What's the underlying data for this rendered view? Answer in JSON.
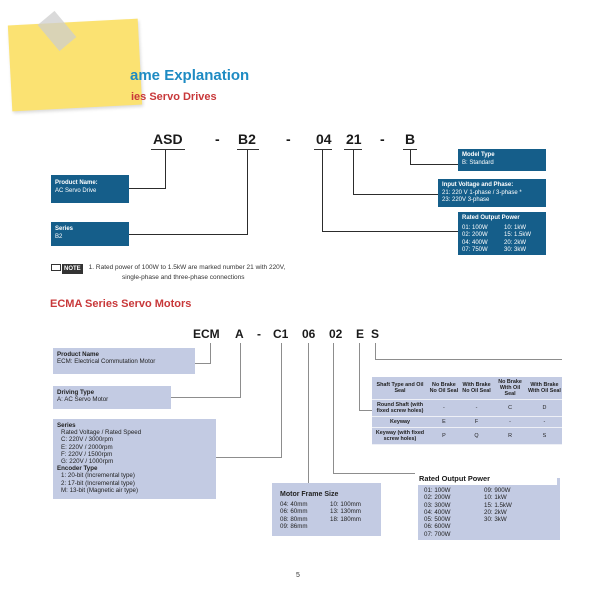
{
  "page": {
    "heading": "ame Explanation",
    "subheading": "ies Servo Drives",
    "motors_heading": "ECMA Series Servo Motors",
    "page_number": "5"
  },
  "asd": {
    "code": [
      "ASD",
      "-",
      "B2",
      "-",
      "04",
      "21",
      "-",
      "B"
    ],
    "product_name": {
      "title": "Product Name:",
      "value": "AC Servo Drive"
    },
    "series": {
      "title": "Series",
      "value": "B2"
    },
    "model_type": {
      "title": "Model Type",
      "value": "B: Standard"
    },
    "input_voltage": {
      "title": "Input Voltage and Phase:",
      "lines": [
        "21: 220 V 1-phase / 3-phase *",
        "23: 220V 3-phase"
      ]
    },
    "rated_output": {
      "title": "Rated Output Power",
      "rows": [
        [
          "01: 100W",
          "10: 1kW"
        ],
        [
          "02: 200W",
          "15: 1.5kW"
        ],
        [
          "04: 400W",
          "20: 2kW"
        ],
        [
          "07: 750W",
          "30: 3kW"
        ]
      ]
    },
    "note": {
      "badge": "NOTE",
      "line1": "1. Rated power of 100W to 1.5kW are marked number 21 with 220V,",
      "line2": "single-phase and three-phase connections"
    }
  },
  "ecma": {
    "code": [
      "ECM",
      "A",
      "-",
      "C1",
      "06",
      "02",
      "E",
      "S"
    ],
    "product_name": {
      "title": "Product Name",
      "value": "ECM: Electrical Commutation Motor"
    },
    "driving_type": {
      "title": "Driving Type",
      "value": "A: AC Servo Motor"
    },
    "series": {
      "title": "Series",
      "sub1": "Rated Voltage / Rated Speed",
      "speeds": [
        "C: 220V / 3000rpm",
        "E: 220V / 2000rpm",
        "F: 220V / 1500rpm",
        "G: 220V / 1000rpm"
      ],
      "encoder_title": "Encoder Type",
      "encoders": [
        "1: 20-bit (Incremental type)",
        "2: 17-bit (Incremental type)",
        "M: 13-bit (Magnetic air type)"
      ]
    },
    "frame": {
      "title": "Motor Frame Size",
      "rows": [
        [
          "04: 40mm",
          "10: 100mm"
        ],
        [
          "06: 60mm",
          "13: 130mm"
        ],
        [
          "08: 80mm",
          "18: 180mm"
        ],
        [
          "09: 86mm",
          ""
        ]
      ]
    },
    "rated_output": {
      "title": "Rated Output Power",
      "rows": [
        [
          "01: 100W",
          "09: 900W"
        ],
        [
          "02: 200W",
          "10: 1kW"
        ],
        [
          "03: 300W",
          "15: 1.5kW"
        ],
        [
          "04: 400W",
          "20: 2kW"
        ],
        [
          "05: 500W",
          "30: 3kW"
        ],
        [
          "06: 600W",
          ""
        ],
        [
          "07: 700W",
          ""
        ]
      ]
    },
    "options": {
      "headers": [
        "Shaft Type and Oil Seal",
        "No Brake No Oil Seal",
        "With Brake No Oil Seal",
        "No Brake With Oil Seal",
        "With Brake With Oil Seal"
      ],
      "rows": [
        [
          "Round Shaft (with fixed screw holes)",
          "-",
          "-",
          "C",
          "D"
        ],
        [
          "Keyway",
          "E",
          "F",
          "-",
          "-"
        ],
        [
          "Keyway (with fixed screw holes)",
          "P",
          "Q",
          "R",
          "S"
        ]
      ]
    }
  },
  "colors": {
    "dark_blue": "#155e8a",
    "lavender": "#c3cbe3",
    "heading_blue": "#1e8bc3",
    "heading_red": "#c8383a",
    "sticky": "#fbe272"
  }
}
